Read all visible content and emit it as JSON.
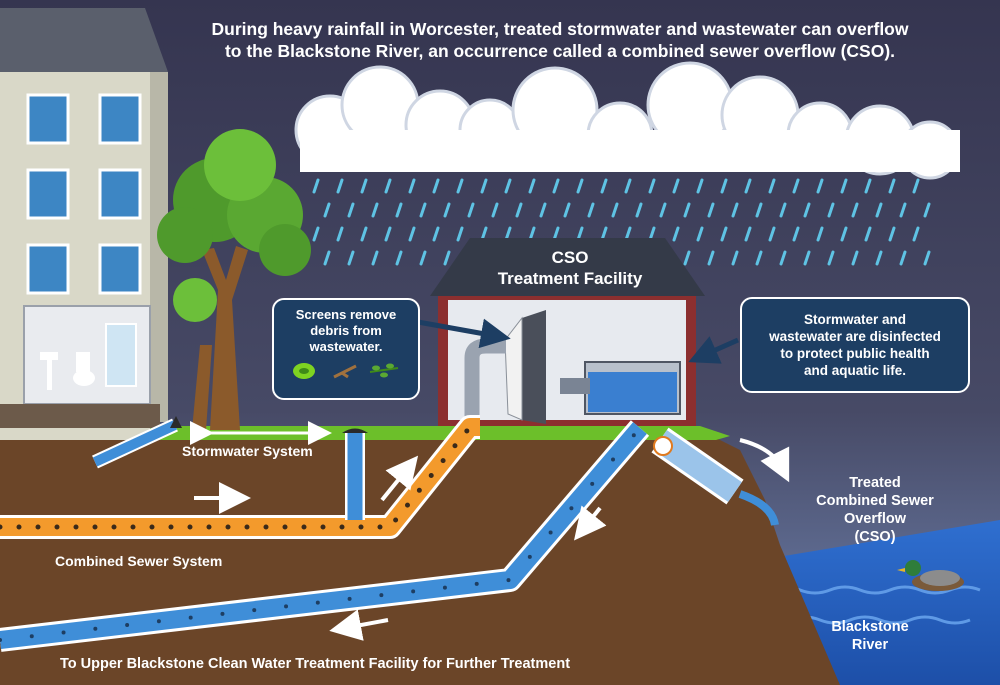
{
  "title": {
    "line1": "During heavy rainfall in Worcester, treated stormwater and wastewater can overflow",
    "line2": "to the Blackstone River, an occurrence called a combined sewer overflow (CSO)."
  },
  "facility": {
    "line1": "CSO",
    "line2": "Treatment Facility"
  },
  "callouts": {
    "screens": {
      "line1": "Screens remove",
      "line2": "debris from",
      "line3": "wastewater."
    },
    "disinfect": {
      "line1": "Stormwater and",
      "line2": "wastewater are disinfected",
      "line3": "to protect public health",
      "line4": "and aquatic life."
    }
  },
  "labels": {
    "stormwater_system": "Stormwater System",
    "combined_sewer_system": "Combined Sewer System",
    "upper_blackstone": "To Upper Blackstone Clean Water Treatment Facility for Further Treatment",
    "treated_cso": {
      "line1": "Treated",
      "line2": "Combined Sewer",
      "line3": "Overflow",
      "line4": "(CSO)"
    },
    "river": {
      "line1": "Blackstone",
      "line2": "River"
    }
  },
  "colors": {
    "sky": "#3d3d55",
    "ground": "#6b4528",
    "grass": "#6cbf2a",
    "combined_pipe": "#f39a2c",
    "stormwater_pipe": "#3f8ed8",
    "river": "#2a62c0",
    "callout": "#1d3e63"
  }
}
